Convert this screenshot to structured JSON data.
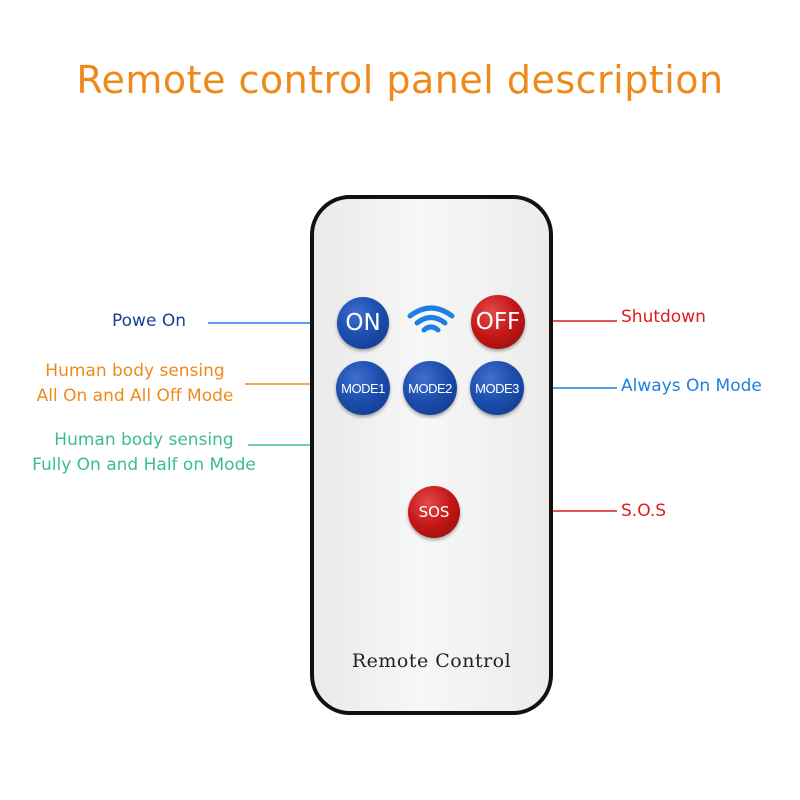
{
  "title": "Remote control panel description",
  "remote_label": "Remote Control",
  "buttons": {
    "on": "ON",
    "off": "OFF",
    "mode1": "MODE1",
    "mode2": "MODE2",
    "mode3": "MODE3",
    "sos": "SOS"
  },
  "labels": {
    "power_on": "Powe On",
    "shutdown": "Shutdown",
    "mode1_line1": "Human body sensing",
    "mode1_line2": "All On and All Off Mode",
    "mode2_line1": "Human body sensing",
    "mode2_line2": "Fully On and Half on Mode",
    "mode3": "Always On Mode",
    "sos": "S.O.S"
  },
  "colors": {
    "title": "#f0891c",
    "power_on": "#1a3f8f",
    "shutdown": "#e01b1b",
    "mode1": "#f0891c",
    "mode2": "#3bbf8a",
    "mode3": "#1f7fe0",
    "sos": "#e01b1b"
  },
  "icons": {
    "signal": "wifi-icon"
  }
}
